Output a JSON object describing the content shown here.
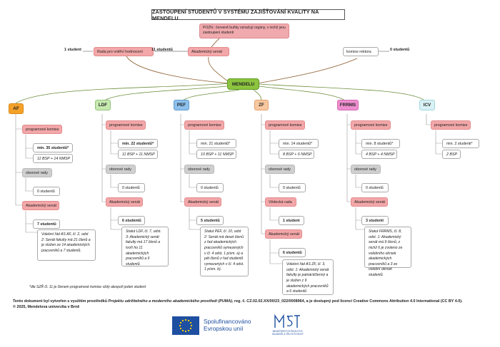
{
  "title": "ZASTOUPENÍ STUDENTŮ V SYSTÉMU ZAJIŠŤOVÁNÍ KVALITY NA MENDELU",
  "legend_note": "POZN.: červeně buňky označují orgány, v nichž jsou zastoupeni studenti",
  "top": {
    "rada_count": "1 student",
    "rada_label": "Rada pro vnitřní hodnocení",
    "as_count": "11 studentů",
    "as_label": "Akademický senát",
    "komise_label": "komise rektora",
    "komise_count": "0 studentů"
  },
  "root": "MENDELU",
  "columns": {
    "af": {
      "name": "AF",
      "pk": "programové komise",
      "pk_count": "min. 35 studentů*",
      "pk_detail": "11 BSP + 14 NMSP",
      "or": "oborové rady",
      "or_count": "0 studentů",
      "as": "Akademický senát",
      "as_count": "7 studentů",
      "as_text": "Volební řád AS AF, čl. 2, odst 2: Senát fakulty má 21 členů a je složen ze 14 akademických pracovníků a 7 studentů."
    },
    "ldf": {
      "name": "LDF",
      "pk": "programové komise",
      "pk_count": "min. 22 studentů*",
      "pk_detail": "11 BSP + 11 NMSP",
      "or": "oborové rady",
      "or_count": "0 studentů",
      "as": "Akademický senát",
      "as_count": "6 studentů",
      "as_text": "Statut LDF, čl. 7, odst. 3: Akademický senát fakulty má 17 členů a tvoří ho 11 akademických pracovníků a 6 studentů."
    },
    "pef": {
      "name": "PEF",
      "pk": "programové komise",
      "pk_count": "min. 21 studentů*",
      "pk_detail": "10 BSP + 11 NMSP",
      "or": "oborové rady",
      "or_count": "0 studentů",
      "as": "Akademický senát",
      "as_count": "5 studentů",
      "as_text": "Statut PEF, čl. 10, odst 2: Senát má deset členů z řad akademických pracovníků vymezených v čl. 4 odst. 1 písm. a) a pět členů z řad studentů vymezených v čl. 4 odst. 1 písm. b)."
    },
    "zf": {
      "name": "ZF",
      "pk": "programové komise",
      "pk_count": "min. 14 studentů*",
      "pk_detail": "8 BSP + 6 NMSP",
      "or": "oborové rady",
      "or_count": "0 studentů",
      "vr": "Vědecká rada",
      "vr_count": "1 student",
      "as": "Akademický senát",
      "as_count": "6 studentů",
      "as_text": "Volební řád AS ZF, čl. 3, odst. 1: Akademický senát fakulty je patnáctičlenný a je složen z 9 akademických pracovníků a 6 studentů"
    },
    "frrms": {
      "name": "FRRMS",
      "pk": "programové komise",
      "pk_count": "min. 8 studentů*",
      "pk_detail": "4 BSP + 4 NMSP",
      "or": "oborové rady",
      "or_count": "0 studentů",
      "as": "Akademický senát",
      "as_count": "3 studenti",
      "as_text": "Statut FRRMS, čl. 8, odst. 1: Akademický senát má 9 členů, z nichž 6 je zvoleno ze volebního okrsek akademických pracovníků a 3 ze volební okrsek studentů."
    },
    "icv": {
      "name": "ICV",
      "pk": "programové komise",
      "pk_count": "min. 2 studenti*",
      "pk_detail": "2 BSP"
    }
  },
  "footnote": "*dle SZŘ čl. 11 je členem programové komise vždy alespoň jeden student",
  "footer_line1_a": "Tento dokument byl vytvořen s využitím prostředků ",
  "footer_line1_b": "Projektu udržitelného a moderního akademického prostředí (PUMA)",
  "footer_line1_c": ", reg. č. CZ.02.02.XX/00/23_022/0008964, a je dostupný pod licencí Creative Commons Attribution 4.0 International (CC BY 4.0).",
  "footer_line2": "© 2025, Mendelova univerzita v Brně",
  "logo_eu_line1": "Spolufinancováno",
  "logo_eu_line2": "Evropskou unií",
  "logo_msmt_line1": "MINISTERSTVO ŠKOLSTVÍ,",
  "logo_msmt_line2": "MLÁDEŽE A TĚLOVÝCHOVY",
  "colors": {
    "af": "#f4a12a",
    "ldf": "#c7e9b0",
    "pef": "#8ec1ec",
    "zf": "#f8c9a0",
    "frrms": "#ee8fcf",
    "icv": "#d8f1f4",
    "root": "#8cc43f",
    "red": "#f3a7a8",
    "grey": "#cfcfcf"
  }
}
